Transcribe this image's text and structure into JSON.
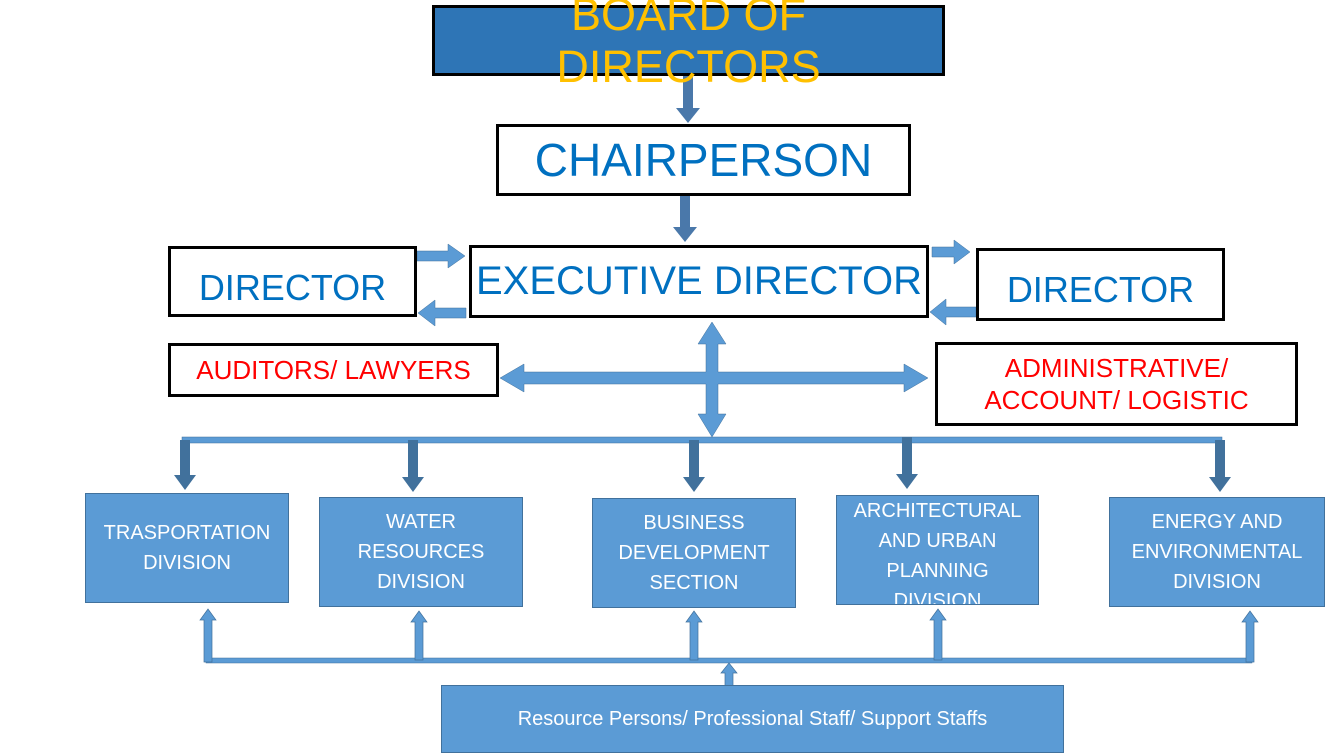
{
  "board": "BOARD OF DIRECTORS",
  "chairperson": "CHAIRPERSON",
  "executive_director": "EXECUTIVE DIRECTOR",
  "director_left": "DIRECTOR",
  "director_right": "DIRECTOR",
  "auditors": "AUDITORS/ LAWYERS",
  "admin": [
    "ADMINISTRATIVE/",
    "ACCOUNT/ LOGISTIC"
  ],
  "divisions": [
    [
      "TRASPORTATION",
      "DIVISION"
    ],
    [
      "WATER",
      "RESOURCES",
      "DIVISION"
    ],
    [
      "BUSINESS",
      "DEVELOPMENT",
      "SECTION"
    ],
    [
      "ARCHITECTURAL",
      "AND URBAN",
      "PLANNING",
      "DIVISION"
    ],
    [
      "ENERGY AND",
      "ENVIRONMENTAL",
      "DIVISION"
    ]
  ],
  "resources": "Resource Persons/ Professional Staff/ Support Staffs",
  "colors": {
    "board_fill": "#2e75b6",
    "board_text": "#ffc000",
    "title_blue": "#0070c0",
    "red": "#ff0000",
    "division_fill": "#5b9bd5",
    "arrow_dark": "#41719c"
  }
}
